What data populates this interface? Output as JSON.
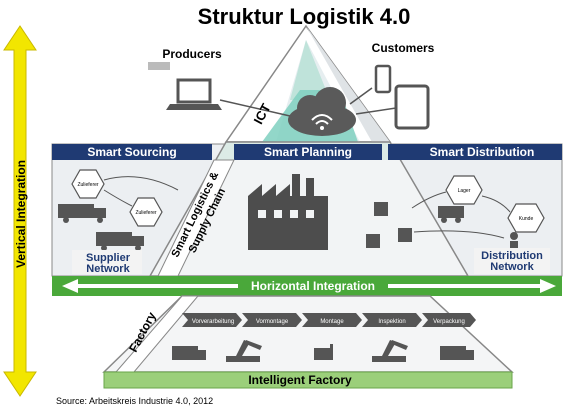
{
  "title": "Struktur Logistik 4.0",
  "vertical_label": "Vertical Integration",
  "top": {
    "producers": "Producers",
    "customers": "Customers",
    "ict": "ICT"
  },
  "middle": {
    "smart_sourcing": "Smart Sourcing",
    "smart_planning": "Smart Planning",
    "smart_distribution": "Smart Distribution",
    "smart_logistics_line1": "Smart Logistics &",
    "smart_logistics_line2": "Supply Chain",
    "supplier_node_1": "Zulieferer",
    "supplier_node_2": "Zulieferer",
    "supplier_network_line1": "Supplier",
    "supplier_network_line2": "Network",
    "distribution_node_lager": "Lager",
    "distribution_node_kunde": "Kunde",
    "distribution_network_line1": "Distribution",
    "distribution_network_line2": "Network"
  },
  "horizontal_label": "Horizontal Integration",
  "factory": {
    "side_label": "Factory",
    "process_steps": [
      "Vorverarbeitung",
      "Vormontage",
      "Montage",
      "Inspektion",
      "Verpackung"
    ],
    "bottom_label": "Intelligent Factory"
  },
  "source": "Source: Arbeitskreis Industrie 4.0, 2012",
  "colors": {
    "header_blue": "#1f3a73",
    "teal": "#6fc8b5",
    "green_bar": "#4aa83a",
    "yellow_arrow": "#f2e600",
    "panel_grey": "#e9ecef"
  }
}
